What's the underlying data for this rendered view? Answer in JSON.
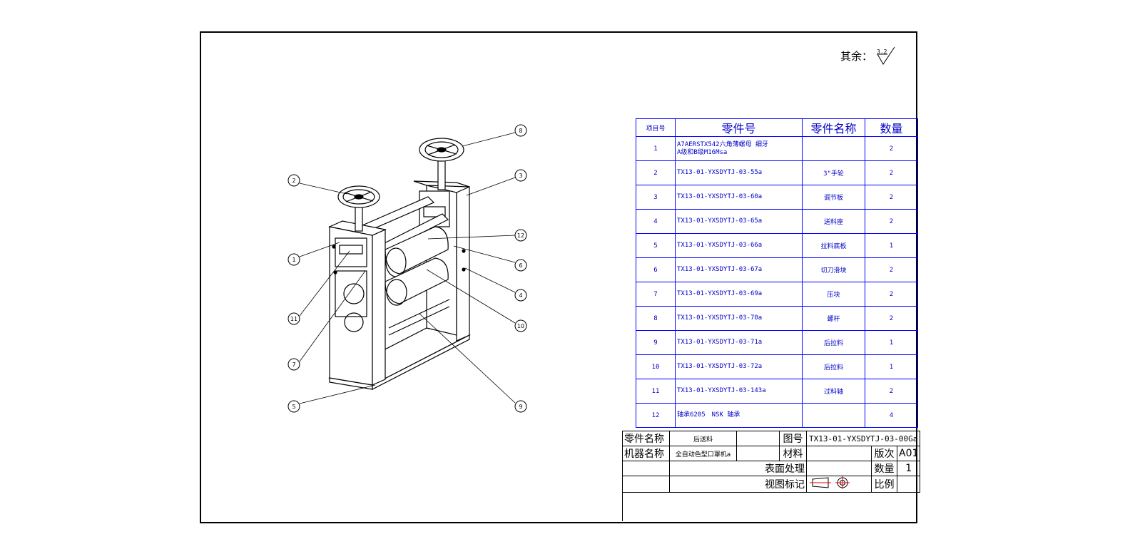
{
  "roughness": {
    "label": "其余：",
    "value": "3.2"
  },
  "bom": {
    "headers": {
      "item_no": "项目号",
      "part_no": "零件号",
      "part_name": "零件名称",
      "qty": "数量"
    },
    "rows": [
      {
        "item": "1",
        "part_no": "A7AERSTX542六角薄螺母 细牙",
        "part_no_line2": "A级和B级M16Msa",
        "name": "",
        "qty": "2"
      },
      {
        "item": "2",
        "part_no": "TX13-01-YXSDYTJ-03-55a",
        "part_no_line2": "",
        "name": "3\"手轮",
        "qty": "2"
      },
      {
        "item": "3",
        "part_no": "TX13-01-YXSDYTJ-03-60a",
        "part_no_line2": "",
        "name": "调节板",
        "qty": "2"
      },
      {
        "item": "4",
        "part_no": "TX13-01-YXSDYTJ-03-65a",
        "part_no_line2": "",
        "name": "送料座",
        "qty": "2"
      },
      {
        "item": "5",
        "part_no": "TX13-01-YXSDYTJ-03-66a",
        "part_no_line2": "",
        "name": "拉料底板",
        "qty": "1"
      },
      {
        "item": "6",
        "part_no": "TX13-01-YXSDYTJ-03-67a",
        "part_no_line2": "",
        "name": "切刀滑块",
        "qty": "2"
      },
      {
        "item": "7",
        "part_no": "TX13-01-YXSDYTJ-03-69a",
        "part_no_line2": "",
        "name": "压块",
        "qty": "2"
      },
      {
        "item": "8",
        "part_no": "TX13-01-YXSDYTJ-03-70a",
        "part_no_line2": "",
        "name": "螺杆",
        "qty": "2"
      },
      {
        "item": "9",
        "part_no": "TX13-01-YXSDYTJ-03-71a",
        "part_no_line2": "",
        "name": "后拉料",
        "qty": "1"
      },
      {
        "item": "10",
        "part_no": "TX13-01-YXSDYTJ-03-72a",
        "part_no_line2": "",
        "name": "后拉料",
        "qty": "1"
      },
      {
        "item": "11",
        "part_no": "TX13-01-YXSDYTJ-03-143a",
        "part_no_line2": "",
        "name": "过料轴",
        "qty": "2"
      },
      {
        "item": "12",
        "part_no": "轴承6205　NSK 轴承",
        "part_no_line2": "",
        "name": "",
        "qty": "4"
      }
    ]
  },
  "title_block": {
    "part_name_label": "零件名称",
    "part_name_value": "后送料",
    "drawing_no_label": "图号",
    "drawing_no_value": "TX13-01-YXSDYTJ-03-00Ga",
    "machine_name_label": "机器名称",
    "machine_name_value": "全自动色型口罩机a",
    "material_label": "材料",
    "material_value": "",
    "version_label": "版次",
    "version_value": "A01",
    "surface_label": "表面处理",
    "surface_value": "",
    "qty_label": "数量",
    "qty_value": "1",
    "view_label": "视图标记",
    "scale_label": "比例",
    "scale_value": ""
  },
  "balloons": [
    "1",
    "2",
    "3",
    "4",
    "5",
    "6",
    "7",
    "8",
    "9",
    "10",
    "11",
    "12"
  ]
}
